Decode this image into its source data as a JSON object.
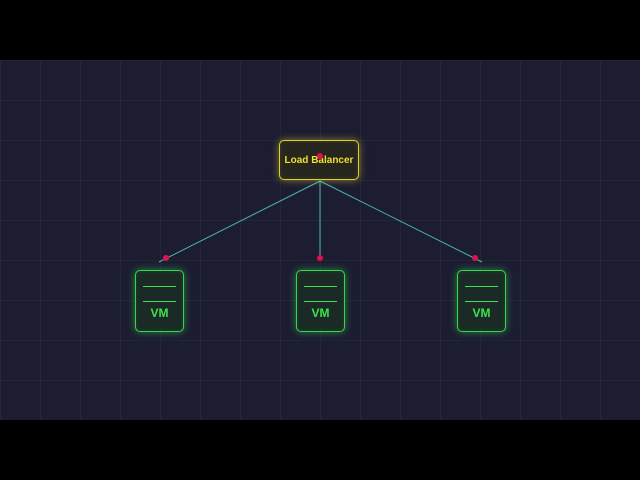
{
  "diagram": {
    "load_balancer": {
      "label": "Load Balancer",
      "color": "#e0cf2a"
    },
    "vms": [
      {
        "label": "VM"
      },
      {
        "label": "VM"
      },
      {
        "label": "VM"
      }
    ],
    "colors": {
      "background": "#1c1d31",
      "vm_border": "#34d64a",
      "link": "#4fc3c9",
      "connector_dot": "#e0104f"
    }
  }
}
